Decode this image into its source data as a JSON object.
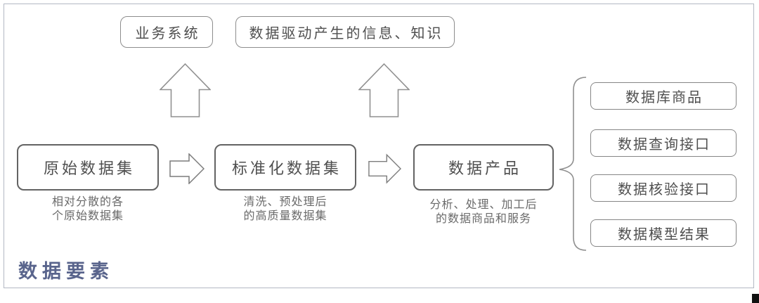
{
  "diagram": {
    "top_row": {
      "business_system": "业务系统",
      "data_driven_info": "数据驱动产生的信息、知识"
    },
    "flow": {
      "raw": {
        "label": "原始数据集",
        "caption_line1": "相对分散的各",
        "caption_line2": "个原始数据集"
      },
      "standardized": {
        "label": "标准化数据集",
        "caption_line1": "清洗、预处理后",
        "caption_line2": "的高质量数据集"
      },
      "product": {
        "label": "数据产品",
        "caption_line1": "分析、处理、加工后",
        "caption_line2": "的数据商品和服务"
      }
    },
    "outputs": {
      "items": [
        "数据库商品",
        "数据查询接口",
        "数据核验接口",
        "数据模型结果"
      ]
    },
    "footer_label": "数据要素",
    "icons": {
      "up_arrow": "hollow block arrow pointing up",
      "right_arrow": "hollow block arrow pointing right",
      "brace": "right-opening curly brace"
    },
    "colors": {
      "flow_box_border": "#636363",
      "light_box_border": "#8d8d8d",
      "box_text": "#4f4f4f",
      "caption_text": "#6a6a6a",
      "footer_text": "#59648c",
      "frame_border": "#b3b8c3",
      "arrow_stroke": "#909090"
    }
  }
}
